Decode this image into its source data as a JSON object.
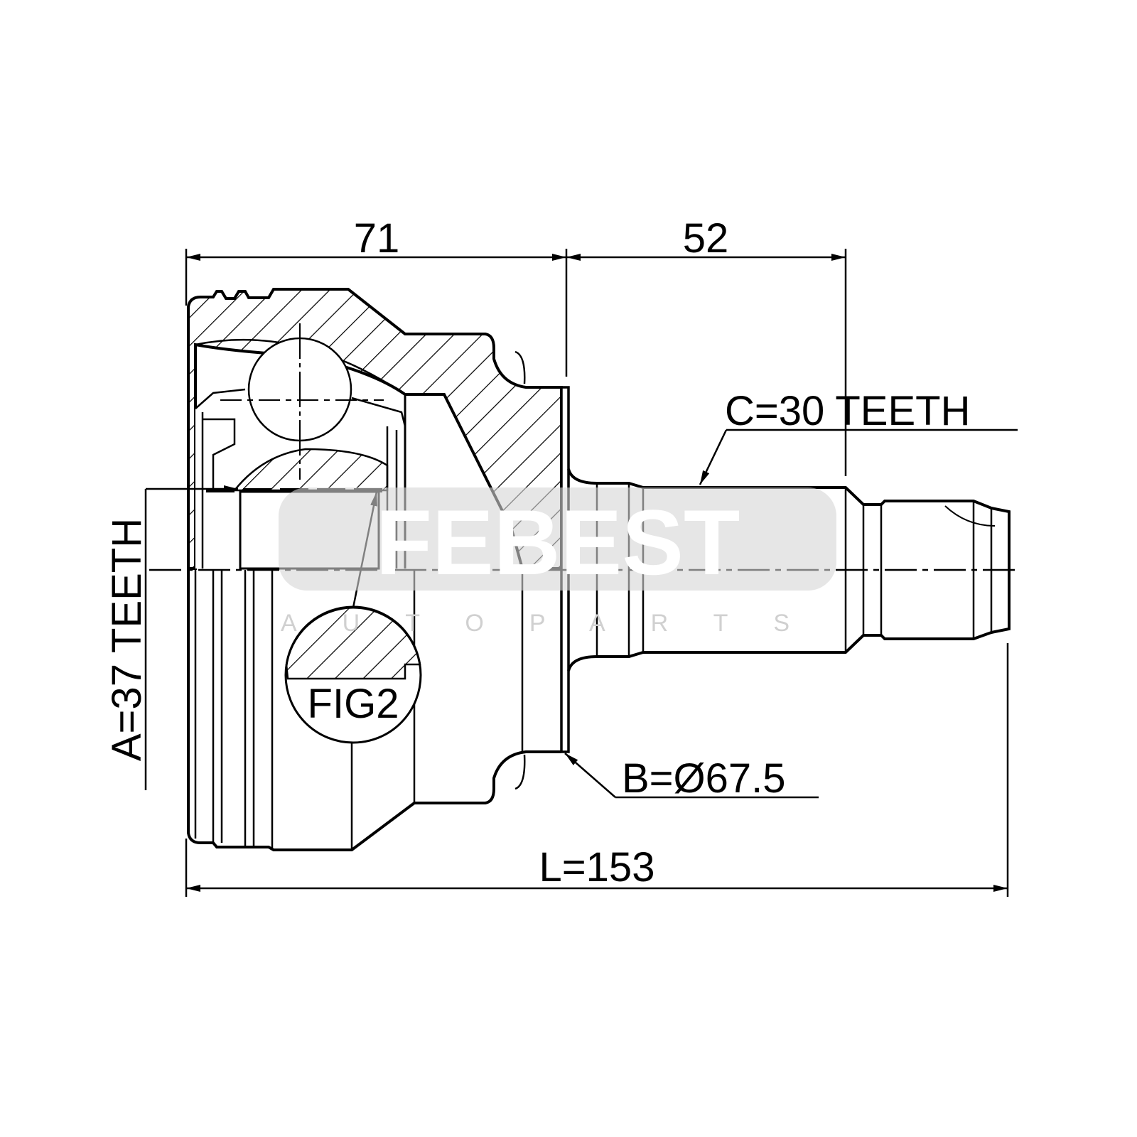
{
  "drawing": {
    "dim_left_width": "71",
    "dim_right_width": "52",
    "dim_total_length": "L=153",
    "label_c": "C=30 TEETH",
    "label_a": "A=37 TEETH",
    "label_b": "B=Ø67.5",
    "fig_label": "FIG2"
  },
  "watermark": {
    "brand": "FEBEST",
    "tagline": "AUTOPARTS"
  },
  "colors": {
    "line": "#000000",
    "watermark": "#e3e3e3"
  }
}
